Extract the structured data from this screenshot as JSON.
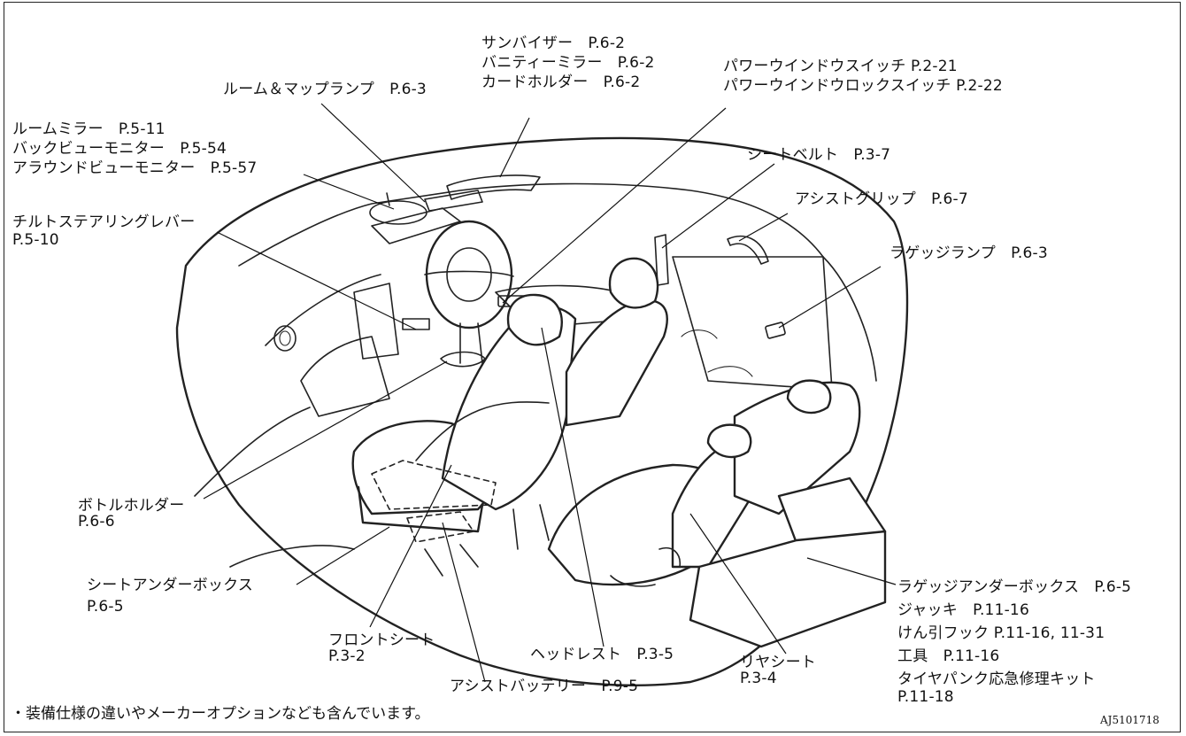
{
  "labels": {
    "sun_visor": [
      "サンバイザー　P.6-2",
      "バニティーミラー　P.6-2",
      "カードホルダー　P.6-2"
    ],
    "room_map_lamp": [
      "ルーム＆マップランプ　P.6-3"
    ],
    "power_window": [
      "パワーウインドウスイッチ P.2-21",
      "パワーウインドウロックスイッチ P.2-22"
    ],
    "room_mirror": [
      "ルームミラー　P.5-11",
      "バックビューモニター　P.5-54",
      "アラウンドビューモニター　P.5-57"
    ],
    "seat_belt": [
      "シートベルト　P.3-7"
    ],
    "assist_grip": [
      "アシストグリップ　P.6-7"
    ],
    "tilt_lever": [
      "チルトステアリングレバー",
      "P.5-10"
    ],
    "luggage_lamp": [
      "ラゲッジランプ　P.6-3"
    ],
    "bottle_holder": [
      "ボトルホルダー",
      "P.6-6"
    ],
    "seat_under_box": [
      "シートアンダーボックス",
      "P.6-5"
    ],
    "front_seat": [
      "フロントシート",
      "P.3-2"
    ],
    "headrest": [
      "ヘッドレスト　P.3-5"
    ],
    "rear_seat": [
      "リヤシート",
      "P.3-4"
    ],
    "assist_battery": [
      "アシストバッテリー　P.9-5"
    ],
    "luggage_box": [
      "ラゲッジアンダーボックス　P.6-5",
      "ジャッキ　P.11-16",
      "けん引フック P.11-16,  11-31",
      "工具　P.11-16",
      "タイヤパンク応急修理キット",
      "P.11-18"
    ]
  },
  "footnote": "・装備仕様の違いやメーカーオプションなども含んでいます。",
  "figure_code": "AJ5101718",
  "colors": {
    "line": "#222222",
    "background": "#ffffff"
  }
}
